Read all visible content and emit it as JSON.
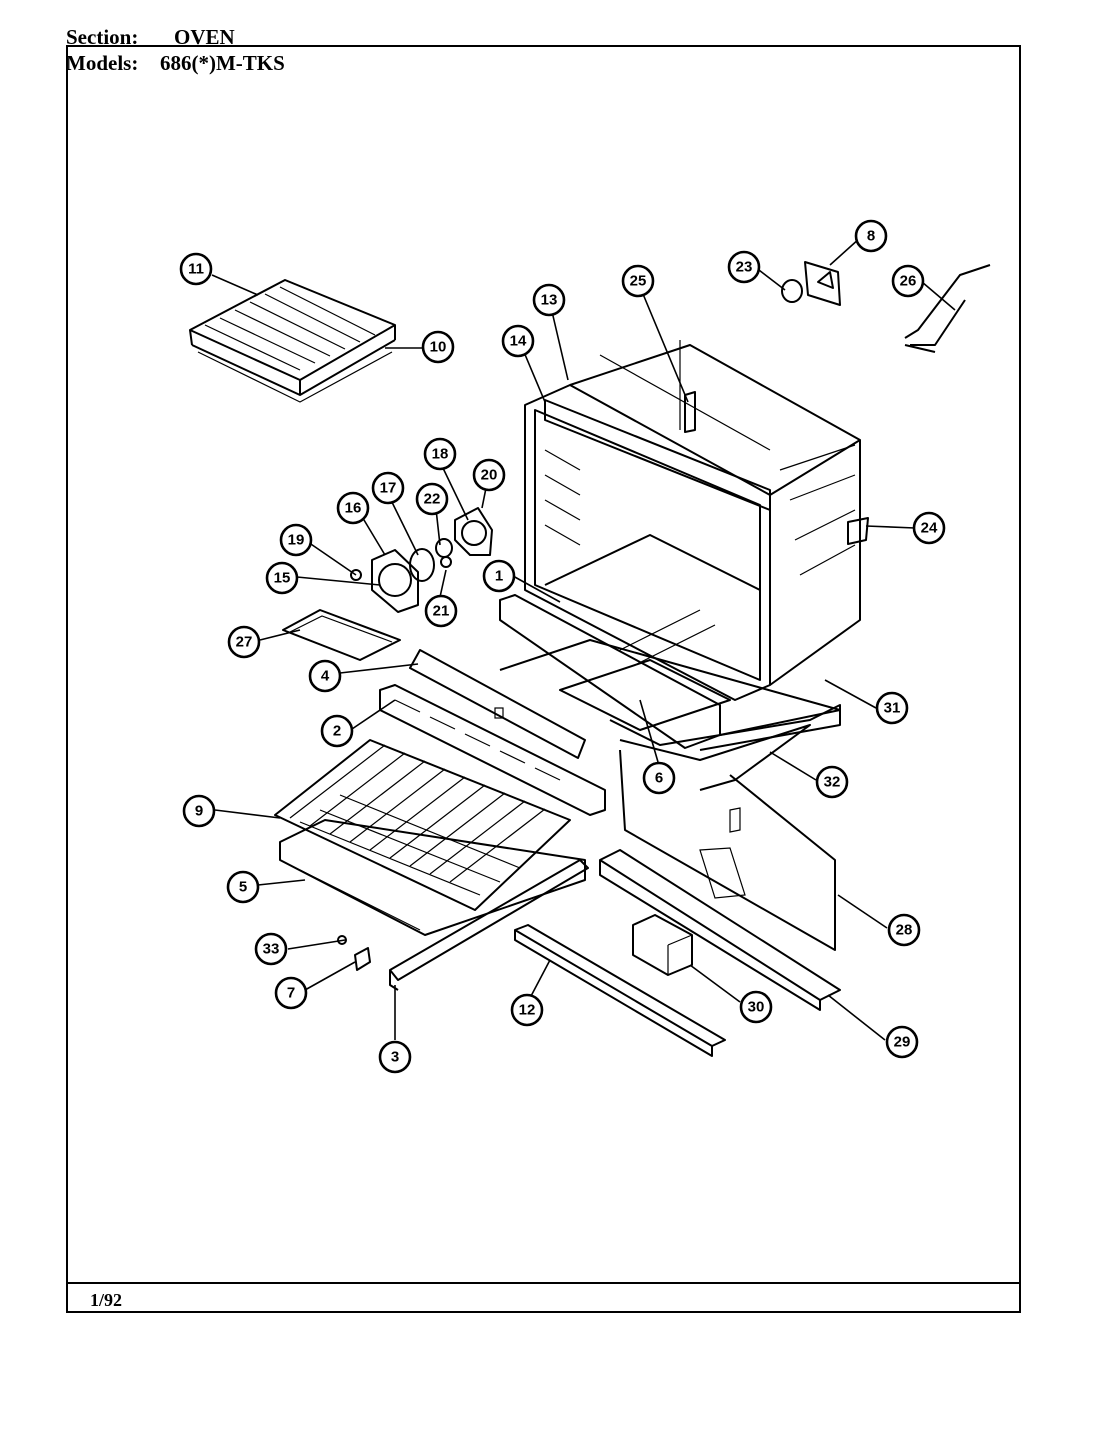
{
  "header": {
    "section_label": "Section:",
    "section_value": "OVEN",
    "models_label": "Models:",
    "models_value": "686(*)M-TKS"
  },
  "footer": {
    "date": "1/92"
  },
  "callouts": [
    "1",
    "2",
    "3",
    "4",
    "5",
    "6",
    "7",
    "8",
    "9",
    "10",
    "11",
    "12",
    "13",
    "14",
    "15",
    "16",
    "17",
    "18",
    "19",
    "20",
    "21",
    "22",
    "23",
    "24",
    "25",
    "26",
    "27",
    "28",
    "29",
    "30",
    "31",
    "32",
    "33"
  ]
}
